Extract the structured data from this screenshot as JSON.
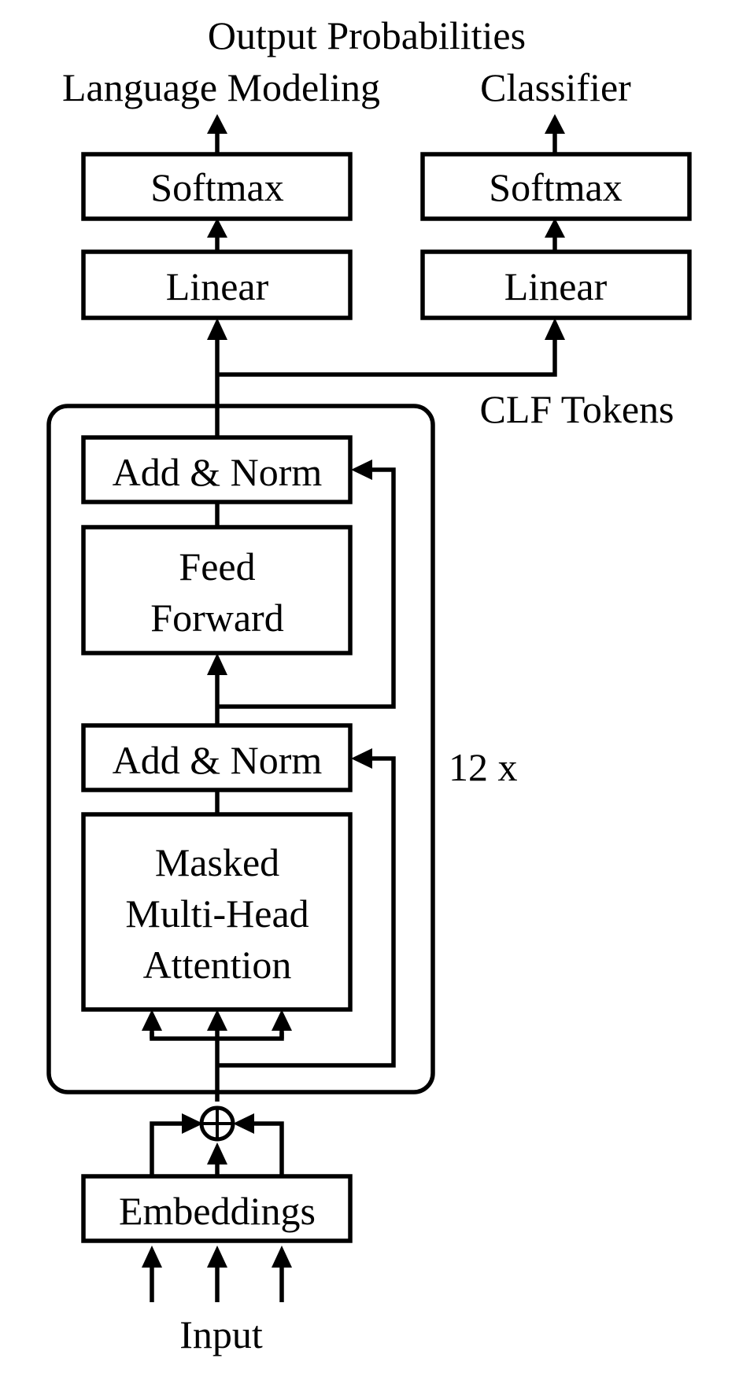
{
  "diagram": {
    "output_heading": "Output Probabilities",
    "lm_label": "Language Modeling",
    "clf_label": "Classifier",
    "lm_softmax": "Softmax",
    "lm_linear": "Linear",
    "clf_softmax": "Softmax",
    "clf_linear": "Linear",
    "clf_tokens": "CLF Tokens",
    "add_norm_top": "Add & Norm",
    "feed_forward": [
      "Feed",
      "Forward"
    ],
    "add_norm_bottom": "Add & Norm",
    "attention": [
      "Masked",
      "Multi-Head",
      "Attention"
    ],
    "repeat": "12 x",
    "embeddings": "Embeddings",
    "input": "Input"
  }
}
